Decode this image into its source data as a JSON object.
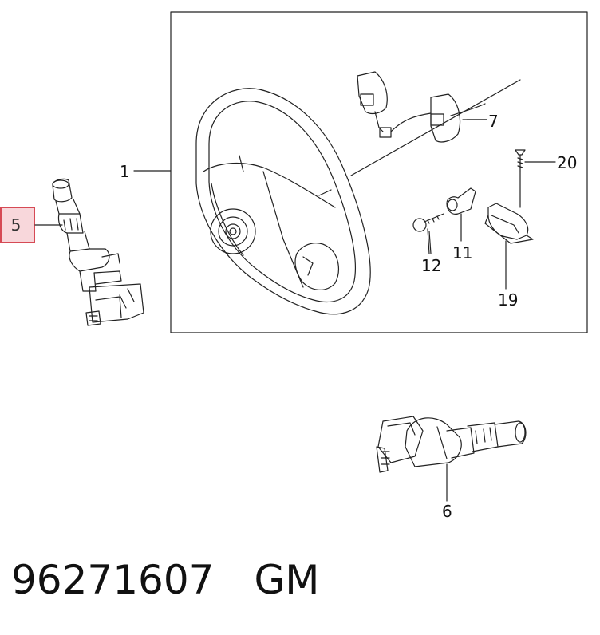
{
  "callouts": {
    "c1": "1",
    "c5": "5",
    "c6": "6",
    "c7": "7",
    "c11": "11",
    "c12": "12",
    "c19": "19",
    "c20": "20"
  },
  "highlight": {
    "label": "5",
    "color": "#d64a55",
    "fill": "#f8d7db"
  },
  "footer": {
    "part_number": "96271607",
    "brand": "GM"
  }
}
